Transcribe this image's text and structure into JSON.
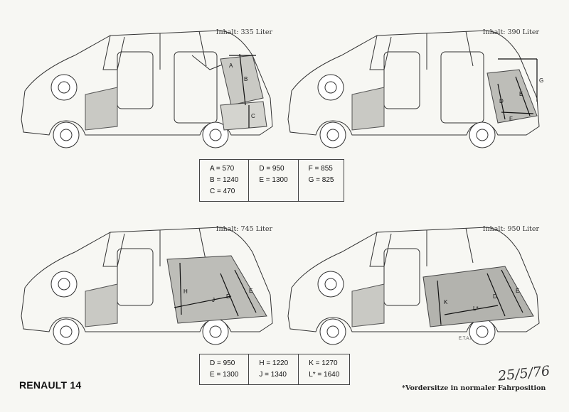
{
  "panels": [
    {
      "capacity": "Inhalt: 335 Liter",
      "labels": [
        "A",
        "B",
        "C"
      ]
    },
    {
      "capacity": "Inhalt: 390 Liter",
      "labels": [
        "G",
        "D",
        "E",
        "F"
      ]
    },
    {
      "capacity": "Inhalt: 745 Liter",
      "labels": [
        "H",
        "J",
        "D",
        "E"
      ]
    },
    {
      "capacity": "Inhalt: 950 Liter",
      "labels": [
        "K",
        "L*",
        "D",
        "E"
      ]
    }
  ],
  "table_top": {
    "col1": [
      "A =   570",
      "B = 1240",
      "C =   470"
    ],
    "col2": [
      "D =   950",
      "E = 1300"
    ],
    "col3": [
      "F =   855",
      "G =   825"
    ]
  },
  "table_bottom": {
    "col1": [
      "D =   950",
      "E = 1300"
    ],
    "col2": [
      "H = 1220",
      "J = 1340"
    ],
    "col3": [
      "K = 1270",
      "L* = 1640"
    ]
  },
  "brand": "RENAULT 14",
  "footnote": "*Vordersitze in normaler Fahrposition",
  "handwritten_date": "25/5/76",
  "credit": "E.T.A.I."
}
